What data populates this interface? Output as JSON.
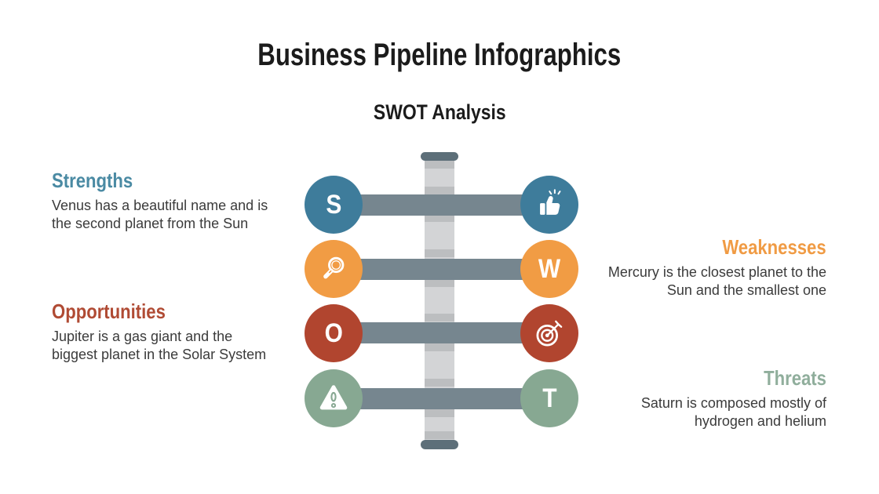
{
  "slide": {
    "title": "Business Pipeline Infographics",
    "subtitle": "SWOT Analysis",
    "background_color": "#ffffff",
    "title_color": "#1b1b1b",
    "body_text_color": "#3b3b3b"
  },
  "pipeline": {
    "pipe_color": "#d3d4d6",
    "pipe_joint_color": "#bcbec0",
    "bar_color": "#76868f",
    "cap_color": "#5d6f79"
  },
  "rows": [
    {
      "id": "strengths",
      "letter": "S",
      "letter_side": "left",
      "icon": "thumbs-up-icon",
      "icon_side": "right",
      "circle_color": "#3e7c9b",
      "heading": "Strengths",
      "heading_color": "#4a8aa3",
      "text_side": "left",
      "body_lines": [
        "Venus has a beautiful name and is",
        "the second planet from the Sun"
      ]
    },
    {
      "id": "weaknesses",
      "letter": "W",
      "letter_side": "right",
      "icon": "magnifier-icon",
      "icon_side": "left",
      "circle_color": "#f19c44",
      "heading": "Weaknesses",
      "heading_color": "#f09b44",
      "text_side": "right",
      "body_lines": [
        "Mercury is the closest planet to the",
        "Sun and the smallest one"
      ]
    },
    {
      "id": "opportunities",
      "letter": "O",
      "letter_side": "left",
      "icon": "target-icon",
      "icon_side": "right",
      "circle_color": "#b1452f",
      "heading": "Opportunities",
      "heading_color": "#b04b34",
      "text_side": "left",
      "body_lines": [
        "Jupiter is a gas giant and the",
        "biggest planet in the Solar System"
      ]
    },
    {
      "id": "threats",
      "letter": "T",
      "letter_side": "right",
      "icon": "warning-icon",
      "icon_side": "left",
      "circle_color": "#87a892",
      "heading": "Threats",
      "heading_color": "#90ae9c",
      "text_side": "right",
      "body_lines": [
        "Saturn is composed mostly of",
        "hydrogen and helium"
      ]
    }
  ]
}
